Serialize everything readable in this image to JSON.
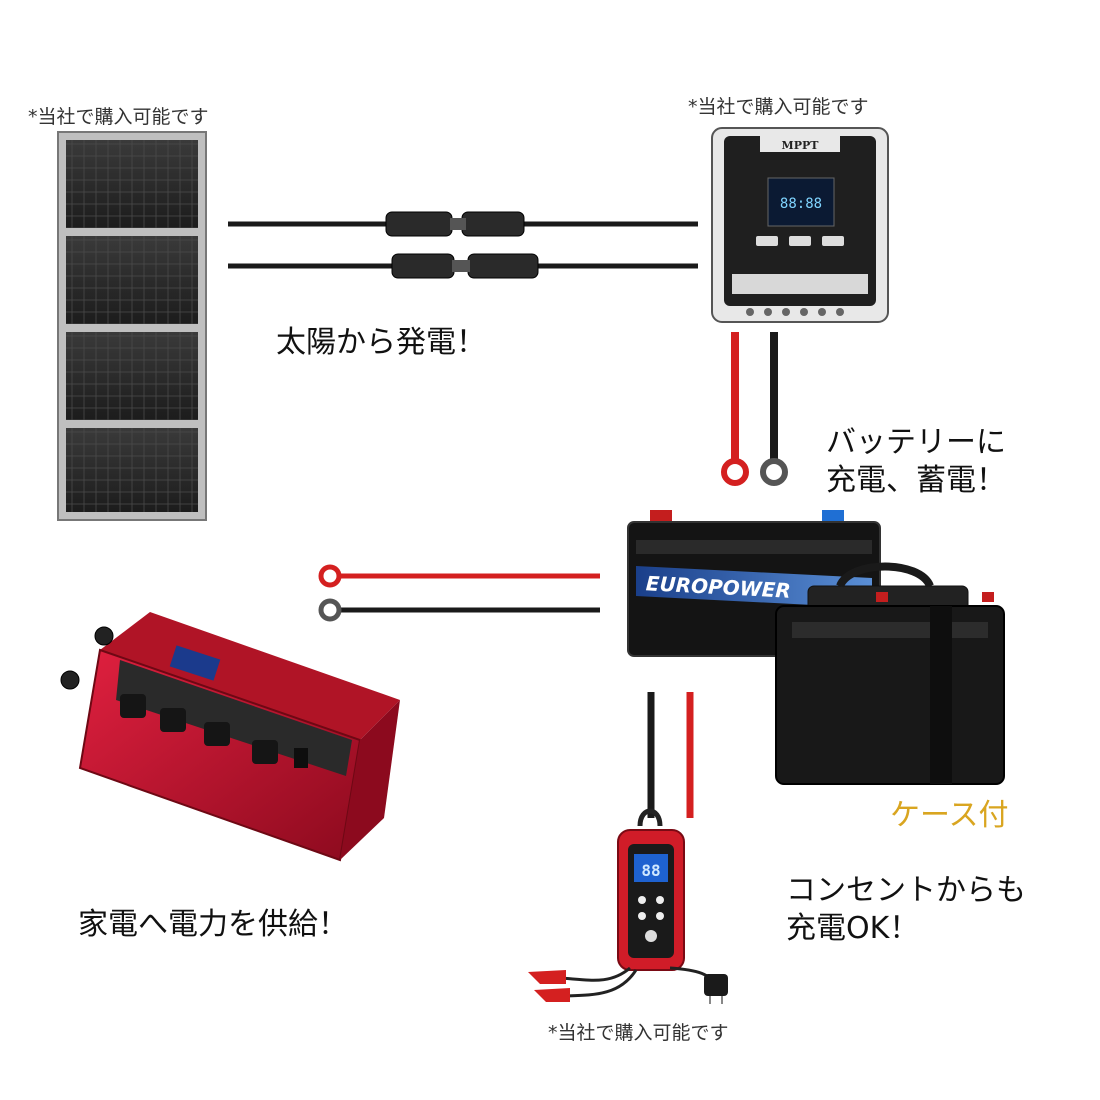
{
  "notes": {
    "panel_note": "*当社で購入可能です",
    "controller_note": "*当社で購入可能です",
    "charger_note": "*当社で購入可能です"
  },
  "captions": {
    "solar": "太陽から発電！",
    "battery_line1": "バッテリーに",
    "battery_line2": "充電、蓄電！",
    "case": "ケース付",
    "outlet_line1": "コンセントからも",
    "outlet_line2": "充電OK！",
    "inverter": "家電へ電力を供給！"
  },
  "device_labels": {
    "controller_brand": "MPPT",
    "battery_brand": "EUROPOWER",
    "controller_display": "88:88",
    "charger_display": "88"
  },
  "colors": {
    "red_wire": "#d42020",
    "black_wire": "#1a1a1a",
    "inverter_red": "#c8102e",
    "gold_text": "#d9a520"
  }
}
